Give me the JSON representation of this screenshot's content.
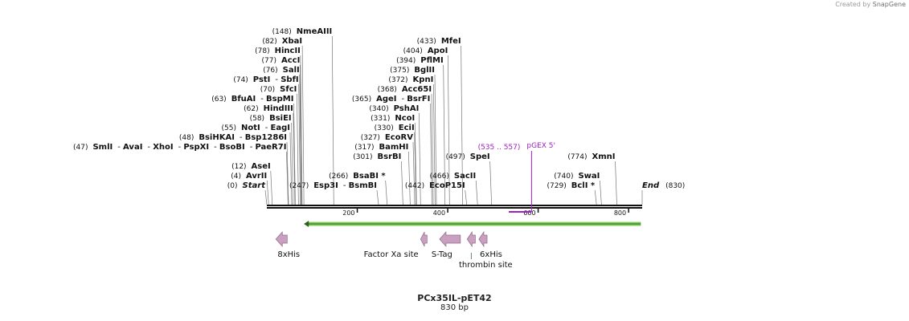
{
  "watermark": {
    "prefix": "Created by",
    "brand": "SnapGene"
  },
  "plasmid": {
    "name": "PCx35IL-pET42",
    "length_label": "830 bp",
    "length": 830
  },
  "colors": {
    "feature": "#c9a0bf",
    "primer": "#a020c0",
    "orf": "#7ed957",
    "backbone": "#111111"
  },
  "sites": [
    {
      "pos": 148,
      "row": 0,
      "items": [
        {
          "name": "NmeAIII",
          "pos": 148
        }
      ],
      "pos_label": "(148)"
    },
    {
      "pos": 433,
      "row": 1,
      "items": [
        {
          "name": "MfeI",
          "pos": 433
        }
      ],
      "pos_label": "(433)"
    },
    {
      "pos": 82,
      "row": 1,
      "items": [
        {
          "name": "XbaI",
          "pos": 82
        }
      ],
      "pos_label": "(82)"
    },
    {
      "pos": 78,
      "row": 2,
      "items": [
        {
          "name": "HincII",
          "pos": 78
        }
      ],
      "pos_label": "(78)"
    },
    {
      "pos": 404,
      "row": 2,
      "items": [
        {
          "name": "ApoI",
          "pos": 404
        }
      ],
      "pos_label": "(404)"
    },
    {
      "pos": 77,
      "row": 3,
      "items": [
        {
          "name": "AccI",
          "pos": 77
        }
      ],
      "pos_label": "(77)"
    },
    {
      "pos": 394,
      "row": 3,
      "items": [
        {
          "name": "PflMI",
          "pos": 394
        }
      ],
      "pos_label": "(394)"
    },
    {
      "pos": 76,
      "row": 4,
      "items": [
        {
          "name": "SalI",
          "pos": 76
        }
      ],
      "pos_label": "(76)"
    },
    {
      "pos": 375,
      "row": 4,
      "items": [
        {
          "name": "BglII",
          "pos": 375
        }
      ],
      "pos_label": "(375)"
    },
    {
      "pos": 74,
      "row": 5,
      "items": [
        {
          "name": "PstI",
          "pos": 74
        },
        {
          "name": "SbfI",
          "pos": 74
        }
      ],
      "pos_label": "(74)"
    },
    {
      "pos": 372,
      "row": 5,
      "items": [
        {
          "name": "KpnI",
          "pos": 372
        }
      ],
      "pos_label": "(372)"
    },
    {
      "pos": 70,
      "row": 6,
      "items": [
        {
          "name": "SfcI",
          "pos": 70
        }
      ],
      "pos_label": "(70)"
    },
    {
      "pos": 368,
      "row": 6,
      "items": [
        {
          "name": "Acc65I",
          "pos": 368
        }
      ],
      "pos_label": "(368)"
    },
    {
      "pos": 63,
      "row": 7,
      "items": [
        {
          "name": "BfuAI",
          "pos": 63
        },
        {
          "name": "BspMI",
          "pos": 63
        }
      ],
      "pos_label": "(63)"
    },
    {
      "pos": 365,
      "row": 7,
      "items": [
        {
          "name": "AgeI",
          "pos": 365
        },
        {
          "name": "BsrFI",
          "pos": 365
        }
      ],
      "pos_label": "(365)"
    },
    {
      "pos": 62,
      "row": 8,
      "items": [
        {
          "name": "HindIII",
          "pos": 62
        }
      ],
      "pos_label": "(62)"
    },
    {
      "pos": 340,
      "row": 8,
      "items": [
        {
          "name": "PshAI",
          "pos": 340
        }
      ],
      "pos_label": "(340)"
    },
    {
      "pos": 58,
      "row": 9,
      "items": [
        {
          "name": "BsiEI",
          "pos": 58
        }
      ],
      "pos_label": "(58)"
    },
    {
      "pos": 331,
      "row": 9,
      "items": [
        {
          "name": "NcoI",
          "pos": 331
        }
      ],
      "pos_label": "(331)"
    },
    {
      "pos": 55,
      "row": 10,
      "items": [
        {
          "name": "NotI",
          "pos": 55
        },
        {
          "name": "EagI",
          "pos": 55
        }
      ],
      "pos_label": "(55)"
    },
    {
      "pos": 330,
      "row": 10,
      "items": [
        {
          "name": "EciI",
          "pos": 330
        }
      ],
      "pos_label": "(330)"
    },
    {
      "pos": 48,
      "row": 11,
      "items": [
        {
          "name": "BsiHKAI",
          "pos": 48
        },
        {
          "name": "Bsp1286I",
          "pos": 48
        }
      ],
      "pos_label": "(48)"
    },
    {
      "pos": 327,
      "row": 11,
      "items": [
        {
          "name": "EcoRV",
          "pos": 327
        }
      ],
      "pos_label": "(327)"
    },
    {
      "pos": 47,
      "row": 12,
      "items": [
        {
          "name": "SmlI",
          "pos": 47
        },
        {
          "name": "AvaI",
          "pos": 47
        },
        {
          "name": "XhoI",
          "pos": 47
        },
        {
          "name": "PspXI",
          "pos": 47
        },
        {
          "name": "BsoBI",
          "pos": 47
        },
        {
          "name": "PaeR7I",
          "pos": 47
        }
      ],
      "pos_label": "(47)"
    },
    {
      "pos": 317,
      "row": 12,
      "items": [
        {
          "name": "BamHI",
          "pos": 317
        }
      ],
      "pos_label": "(317)"
    },
    {
      "pos": 301,
      "row": 13,
      "items": [
        {
          "name": "BsrBI",
          "pos": 301
        }
      ],
      "pos_label": "(301)"
    },
    {
      "pos": 497,
      "row": 13,
      "items": [
        {
          "name": "SpeI",
          "pos": 497
        }
      ],
      "pos_label": "(497)"
    },
    {
      "pos": 774,
      "row": 13,
      "items": [
        {
          "name": "XmnI",
          "pos": 774
        }
      ],
      "pos_label": "(774)"
    },
    {
      "pos": 12,
      "row": 14,
      "items": [
        {
          "name": "AseI",
          "pos": 12
        }
      ],
      "pos_label": "(12)"
    },
    {
      "pos": 4,
      "row": 15,
      "items": [
        {
          "name": "AvrII",
          "pos": 4
        }
      ],
      "pos_label": "(4)"
    },
    {
      "pos": 266,
      "row": 15,
      "items": [
        {
          "name": "BsaBI *",
          "pos": 266
        }
      ],
      "pos_label": "(266)"
    },
    {
      "pos": 466,
      "row": 15,
      "items": [
        {
          "name": "SacII",
          "pos": 466
        }
      ],
      "pos_label": "(466)"
    },
    {
      "pos": 740,
      "row": 15,
      "items": [
        {
          "name": "SwaI",
          "pos": 740
        }
      ],
      "pos_label": "(740)"
    },
    {
      "pos": 0,
      "row": 16,
      "items": [
        {
          "name": "Start",
          "pos": 0,
          "italic": true
        }
      ],
      "pos_label": "(0)"
    },
    {
      "pos": 247,
      "row": 16,
      "items": [
        {
          "name": "Esp3I",
          "pos": 247
        },
        {
          "name": "BsmBI",
          "pos": 247
        }
      ],
      "pos_label": "(247)"
    },
    {
      "pos": 442,
      "row": 16,
      "items": [
        {
          "name": "EcoP15I",
          "pos": 442
        }
      ],
      "pos_label": "(442)"
    },
    {
      "pos": 729,
      "row": 16,
      "items": [
        {
          "name": "BclI *",
          "pos": 729
        }
      ],
      "pos_label": "(729)"
    },
    {
      "pos": 830,
      "row": 16,
      "items": [
        {
          "name": "End",
          "pos": 830,
          "italic": true
        }
      ],
      "pos_label": "(830)",
      "label_after": true
    }
  ],
  "primer": {
    "range_label": "(535 .. 557)",
    "name": "pGEX 5'",
    "start": 535,
    "end": 557
  },
  "ticks": [
    {
      "value": 200,
      "label": "200"
    },
    {
      "value": 400,
      "label": "400"
    },
    {
      "value": 600,
      "label": "600"
    },
    {
      "value": 800,
      "label": "800"
    }
  ],
  "orf": {
    "start": 830,
    "end": 82,
    "direction": "reverse"
  },
  "features": [
    {
      "name": "8xHis",
      "start": 20,
      "end": 45,
      "direction": "reverse"
    },
    {
      "name": "Factor Xa site",
      "start": 340,
      "end": 352,
      "direction": "reverse"
    },
    {
      "name": "S-Tag",
      "start": 382,
      "end": 428,
      "direction": "reverse"
    },
    {
      "name": "thrombin site",
      "start": 443,
      "end": 461,
      "direction": "reverse"
    },
    {
      "name": "6xHis",
      "start": 469,
      "end": 487,
      "direction": "reverse"
    }
  ]
}
